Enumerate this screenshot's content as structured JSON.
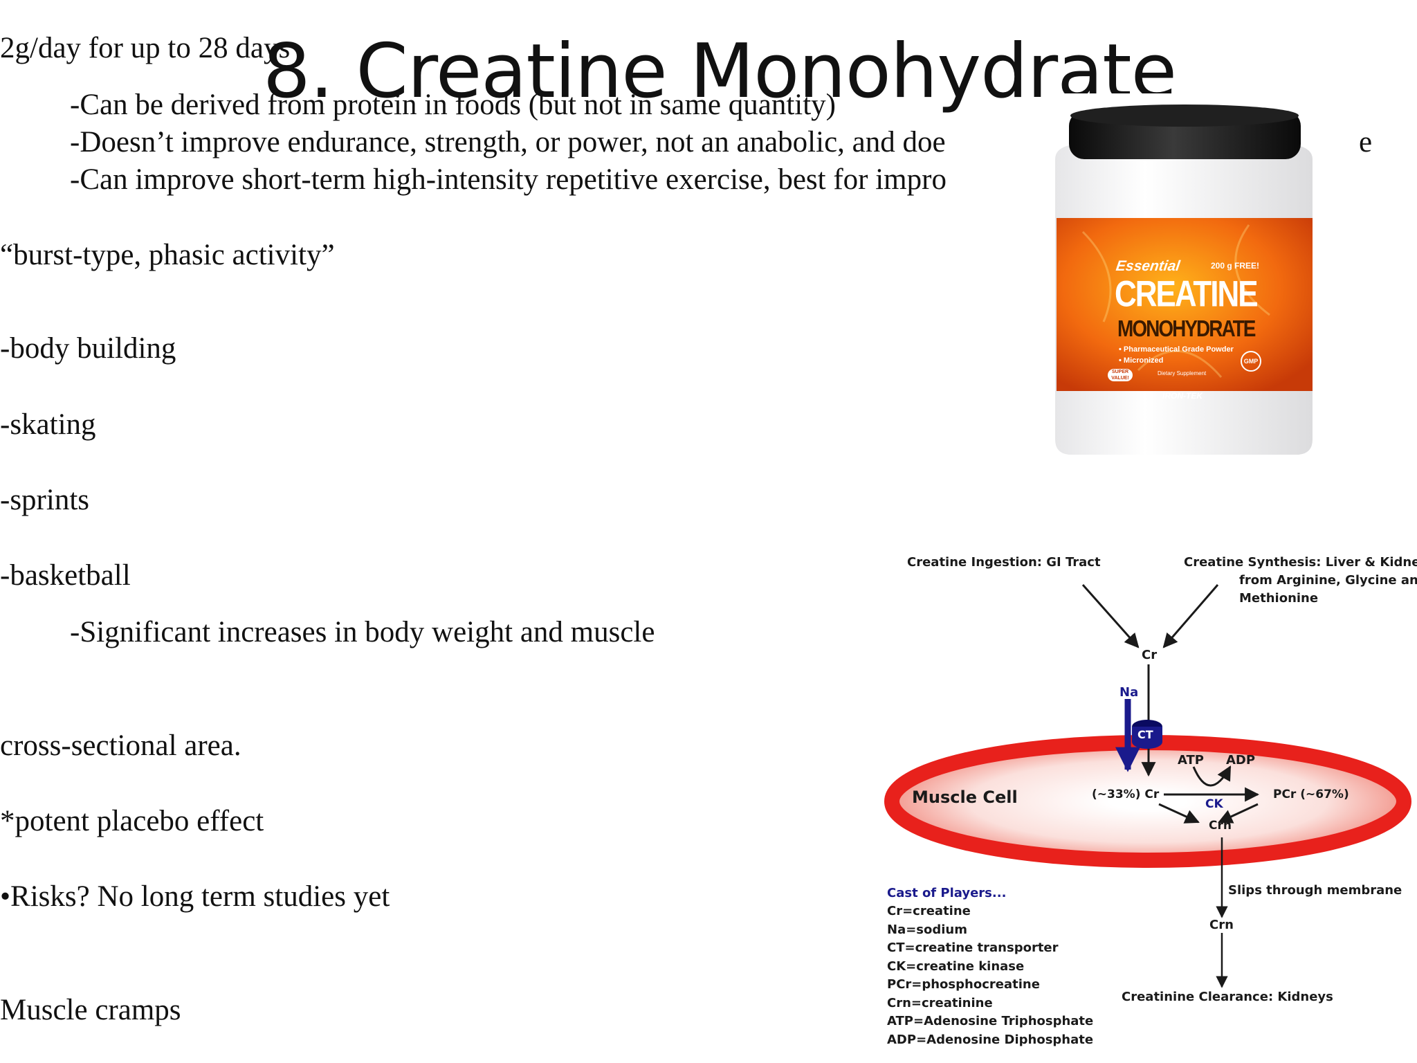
{
  "slide": {
    "title": "8. Creatine Monohydrate",
    "lines": [
      "2g/day for up to 28 days",
      "-Can be derived from protein in foods (but not in same quantity)",
      "-Doesn’t improve endurance, strength, or power, not an anabolic, and doe",
      "-Can improve short-term high-intensity repetitive exercise, best for impro",
      "“burst-type, phasic activity”",
      "-body building",
      "-skating",
      "-sprints",
      "-basketball",
      "-Significant increases in body weight and muscle",
      "cross-sectional area.",
      "*potent placebo effect",
      "•Risks?  No long term studies yet",
      "Muscle cramps"
    ],
    "clipped_right_glyph": "e"
  },
  "product": {
    "brand": "Essential",
    "badge": "200 g FREE!",
    "name_line1": "CREATINE",
    "name_line2": "MONOHYDRATE",
    "feature1": "• Pharmaceutical Grade Powder",
    "feature2": "• Micronized",
    "gmp": "GMP",
    "super_value": "SUPER VALUE!",
    "dietary": "Dietary Supplement",
    "maker": "IRON-TEK"
  },
  "diagram": {
    "ingestion": "Creatine Ingestion: GI Tract",
    "synthesis_1": "Creatine Synthesis: Liver & Kidneys",
    "synthesis_2": "from Arginine, Glycine and",
    "synthesis_3": "Methionine",
    "cr_top": "Cr",
    "na": "Na",
    "ct": "CT",
    "muscle_cell": "Muscle Cell",
    "atp": "ATP",
    "adp": "ADP",
    "cr_pool": "(~33%) Cr",
    "ck": "CK",
    "pcr_pool": "PCr (~67%)",
    "crn_inner": "Crn",
    "slips": "Slips through membrane",
    "crn_outer": "Crn",
    "clearance": "Creatinine Clearance: Kidneys",
    "legend_title": "Cast of Players...",
    "legend": [
      "Cr=creatine",
      "Na=sodium",
      "CT=creatine transporter",
      "CK=creatine kinase",
      "PCr=phosphocreatine",
      "Crn=creatinine",
      "ATP=Adenosine Triphosphate",
      "ADP=Adenosine Diphosphate"
    ],
    "colors": {
      "membrane": "#e8211c",
      "navy": "#1a1a8c",
      "text": "#1a1a1a"
    }
  }
}
